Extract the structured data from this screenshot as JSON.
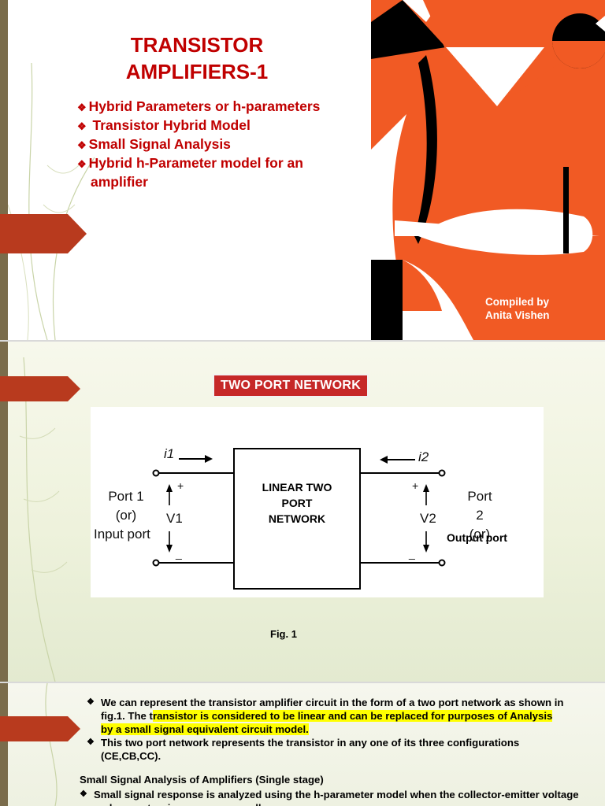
{
  "slide1": {
    "title_line1": "TRANSISTOR",
    "title_line2": "AMPLIFIERS-1",
    "bullets": [
      "Hybrid Parameters or h-parameters",
      " Transistor Hybrid Model",
      "Small Signal Analysis",
      "Hybrid h-Parameter model for an"
    ],
    "bullet_continuation": "amplifier",
    "credit_line1": "Compiled by",
    "credit_line2": "Anita Vishen",
    "cover_colors": {
      "orange": "#f15a24",
      "black": "#000000",
      "white": "#ffffff"
    }
  },
  "slide2": {
    "heading": "TWO PORT NETWORK",
    "network_label_lines": [
      "LINEAR TWO",
      "PORT",
      "NETWORK"
    ],
    "port1_lines": [
      "Port 1",
      "(or)",
      "Input port"
    ],
    "port2_lines": [
      "Port 2",
      "(or)"
    ],
    "output_port": "Output port",
    "i1": "i1",
    "i2": "i2",
    "v1": "V1",
    "v2": "V2",
    "plus": "+",
    "minus": "_",
    "caption": "Fig. 1"
  },
  "slide3": {
    "bullet1_pre": "We can represent the transistor amplifier circuit in the form of a two port network as shown in fig.1. The t",
    "bullet1_hl": "ransistor is considered to be linear and can be replaced for purposes of Analysis by a small signal equivalent circuit model.",
    "bullet2": "This two port network represents the transistor in any one of its three configurations (CE,CB,CC).",
    "subheading": "Small Signal Analysis of Amplifiers (Single stage)",
    "bullet3": "Small signal response is analyzed using the h-parameter model when the collector-emitter voltage and current swings are very small."
  },
  "theme": {
    "accent": "#c00000",
    "tab": "#b83a1e",
    "bar": "#7a6c4b"
  }
}
